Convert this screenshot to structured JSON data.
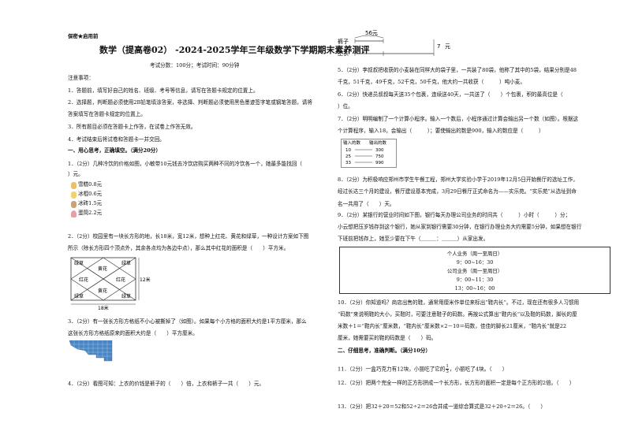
{
  "header": {
    "secret": "保密★启用前",
    "title": "数学（提高卷02） -2024-2025学年三年级数学下学期期末素养测评",
    "meta": "考试分数：100分；考试时间：90分钟"
  },
  "notes": {
    "heading": "注意事项：",
    "items": [
      "1．答题前，填写好自己的姓名、班级、考号等信息，请写在答题卡规定的位置上。",
      "2．选择题，判断题必须使用2B铅笔填涂答案，非选择、判断题必须使用黑色墨迹签字笔或钢笔答题，请将",
      "答案填写在答题卡规定的位置上。",
      "3．所有题目必须在答题卡上作答，在试卷上作答无效。",
      "4．考试结束后将试卷和答题卡一并交回。"
    ]
  },
  "section1": {
    "heading": "一、用心思考，正确填空。（满分20分）"
  },
  "q1": {
    "text1": "1．（2分）几种冷饮的价格如图，小敏带10元钱去冷饮店购买两种不同的冷饮各一个，她最多能找回（",
    "text2": "）元。",
    "items": [
      {
        "label": "雪糕0.8元",
        "color": "#e9c16b"
      },
      {
        "label": "冰棍0.6元",
        "color": "#f1d36e"
      },
      {
        "label": "冰砖1.5元",
        "color": "#c9a27a"
      },
      {
        "label": "蛋筒2.2元",
        "color": "#e7a0a8"
      }
    ]
  },
  "q2": {
    "text1": "2．（2分）校园里有一块长方形的地，长18米，宽12米，想种上红花、黄花和绿草，一种设计方案如下图",
    "text2": "所示（除长方形四个顶点外，其余各点均为各边中点），那么其中红花的面积是（　　）平方米。",
    "labels": {
      "green": "绿草",
      "yellow": "黄花",
      "red": "红花"
    },
    "len": "18米",
    "wid": "12米"
  },
  "q3": {
    "text1": "3．（2分）有一张长方形方格纸不小心被撕掉了（如图）。如果每个小方格的面积大约是1平方厘米，那么",
    "text2": "这张长方形方格纸原来的面积大约是（　　）平方厘米。"
  },
  "q4": {
    "text": "4．（2分）看图可知：上衣的价钱是裤子的（　　）倍，上衣和裤子一共（　　）元。",
    "pants": "裤子",
    "shirt": "上衣",
    "price": "56元",
    "times": "7",
    "unit": "元"
  },
  "q5": {
    "text1": "5．（2分）李叔叔把收获的小麦装在同样大的袋子里，一共装了80袋，他称了其中的5袋，结果分别是48",
    "text2": "千克，51千克，49千克，52千克，50千克，他大约一共收获（　　　）吨小麦。"
  },
  "q6": {
    "text1": "6．（2分）快递员叔叔每天送35个包裹，连续送40天，一共送了（　　）个包裹，积的最高位是（",
    "text2": "）位。"
  },
  "q7": {
    "text1": "7．（2分）明明编制了一个计算小程序。输入一个数后，小程序通过计算会输出另一个数（如图）。根据这",
    "text2": "个计算程序，输入18，会输出（　　　）；要使输出的数是900，输入的数应是（　　　）",
    "table_header": [
      "输入的数",
      "输出的数"
    ],
    "rows": [
      [
        "10",
        "300"
      ],
      [
        "25",
        "750"
      ],
      [
        "33",
        "990"
      ]
    ]
  },
  "q8": {
    "text1": "8．（2分）为积极响应郑州市学生午餐工程，郑州大学实验小学于2019年12月5日开始餐厅的选址工作，",
    "text2": "经过长达三个月的建设，餐厅建设基本完成，3月29日餐厅正式命名为——实乐苑。“实乐苑”从选址到命",
    "text3": "名一共用了（　　）天。"
  },
  "q9": {
    "text1": "9．（2分）某银行的营业时间如下图，银行每天办理公司业务的时间共（　　　）小时（　　　）分；",
    "text2": "小云想把压岁钱存到这个银行，她从家到银行需要30分钟，在银行办理业务大约需要5分钟，如果想在银行",
    "text3": "下班前把钱存上，她至少要在下午（＿＿＿：＿＿＿）从家出发。",
    "table": [
      "个人业务（周一至周日）",
      "9：00~16：30",
      "公司业务（周一至周日）",
      "9：00~11：30",
      "13：00~16：00"
    ]
  },
  "q10": {
    "text1": "10．（2分）你知道吗？商店出售的鞋，通常用厘米作单位来标出“鞋内长”。不过，现在还有很多人习惯用",
    "text2": "“码数”来说明鞋的大小，买鞋时，可要注意鞋子的码数。再按公式算出“鞋内长”以及鞋的码数，脚长的厘",
    "text3": "米数＋1＝“鞋内长”厘米数，“鞋内长”厘米数×2－10＝码数，佳佳的脚长21厘米，“鞋内长”就是22",
    "text4": "厘米，她需要买的鞋的码数是（　　）码。"
  },
  "section2": {
    "heading": "二、仔细思考，准确判断。（满分10分）"
  },
  "q11": {
    "text_a": "11．（2分）一盒巧克力有12块，小丽吃了它的",
    "frac_num": "1",
    "frac_den": "3",
    "text_b": "，小丽吃了4块。（　　）"
  },
  "q12": {
    "text": "12．（2分）把两个完全一样的正方形拼成一个长方形，长方形的面积一定是每个正方形的2倍。（　　）"
  },
  "q13": {
    "text": "13．（2分）把32＋20＝52和52÷2＝26合并成一道综合算式是32＋20÷2＝26。（　　）"
  }
}
